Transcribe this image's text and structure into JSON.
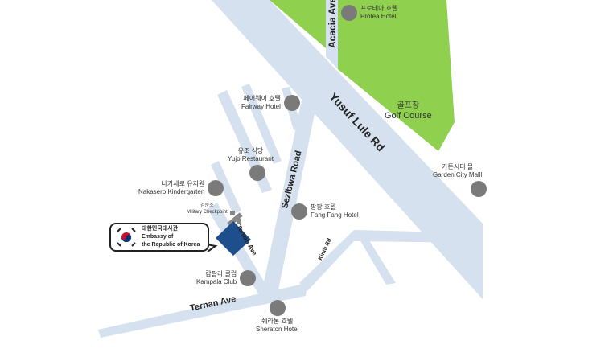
{
  "roads": {
    "yusuf_lule": "Yusuf Lule Rd",
    "acacia": "Acacia Ave",
    "sezibwa": "Sezibwa Road",
    "ternan_upper": "Ternan Ave",
    "ternan_lower": "Ternan Ave",
    "kintu": "Kintu Rd"
  },
  "golf": {
    "ko": "골프장",
    "en": "Golf Course"
  },
  "pois": {
    "protea": {
      "ko": "프로테아 호텔",
      "en": "Protea Hotel"
    },
    "fairway": {
      "ko": "페어웨이 호텔",
      "en": "Fairway Hotel"
    },
    "yujo": {
      "ko": "유조 식당",
      "en": "Yujo Restaurant"
    },
    "nakasero": {
      "ko": "나카세로 유치원",
      "en": "Nakasero Kindergarten"
    },
    "checkpoint": {
      "ko": "검문소",
      "en": "Military Checkpoint"
    },
    "fangfang": {
      "ko": "팡팡 호텔",
      "en": "Fang Fang Hotel"
    },
    "gardencity": {
      "ko": "가든시티 몰",
      "en": "Garden City Malll"
    },
    "kampala": {
      "ko": "캄팔라 클럽",
      "en": "Kampala Club"
    },
    "sheraton": {
      "ko": "쉐라톤 호텔",
      "en": "Sheraton Hotel"
    }
  },
  "embassy": {
    "ko": "대한민국대사관",
    "en1": "Embassy of",
    "en2": "the Republic of Korea"
  },
  "colors": {
    "road": "#d5e1ef",
    "golf": "#8fd14f",
    "embassy": "#1f4e8c",
    "poi": "#7a7a7a"
  }
}
